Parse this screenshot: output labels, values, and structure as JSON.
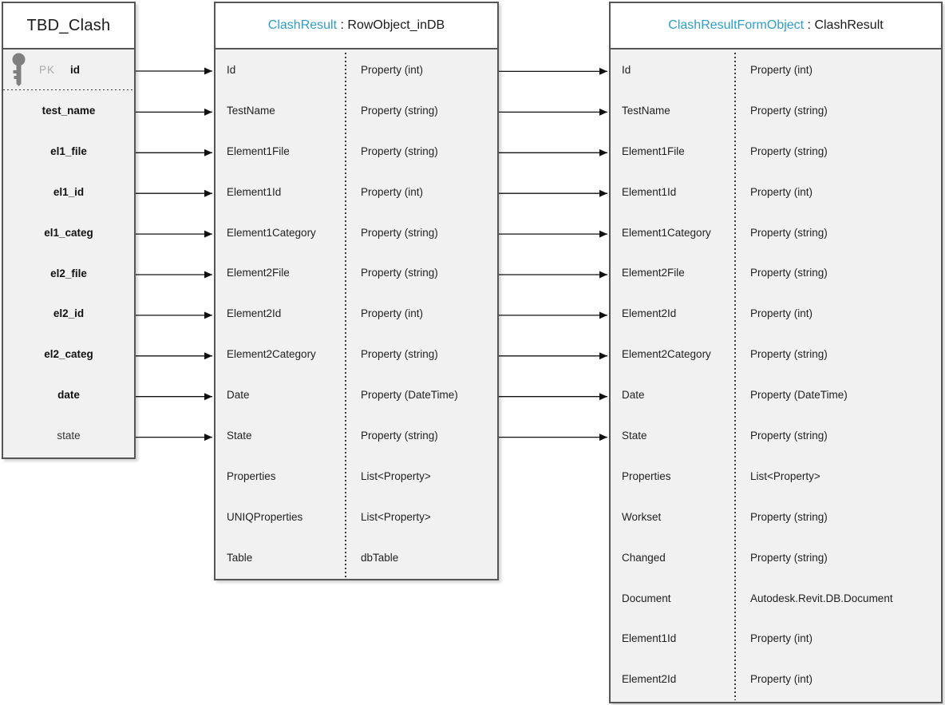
{
  "left_table": {
    "title": "TBD_Clash",
    "pk": {
      "label": "PK",
      "field": "id"
    },
    "rows": [
      "test_name",
      "el1_file",
      "el1_id",
      "el1_categ",
      "el2_file",
      "el2_id",
      "el2_categ",
      "date",
      "state"
    ]
  },
  "middle_class": {
    "title_class": "ClashResult",
    "title_base": " : RowObject_inDB",
    "rows": [
      {
        "name": "Id",
        "type": "Property (int)"
      },
      {
        "name": "TestName",
        "type": "Property (string)"
      },
      {
        "name": "Element1File",
        "type": "Property (string)"
      },
      {
        "name": "Element1Id",
        "type": "Property (int)"
      },
      {
        "name": "Element1Category",
        "type": "Property (string)"
      },
      {
        "name": "Element2File",
        "type": "Property (string)"
      },
      {
        "name": "Element2Id",
        "type": "Property (int)"
      },
      {
        "name": "Element2Category",
        "type": "Property (string)"
      },
      {
        "name": "Date",
        "type": "Property (DateTime)"
      },
      {
        "name": "State",
        "type": "Property (string)"
      },
      {
        "name": "Properties",
        "type": "List<Property>"
      },
      {
        "name": "UNIQProperties",
        "type": "List<Property>"
      },
      {
        "name": "Table",
        "type": "dbTable"
      }
    ]
  },
  "right_class": {
    "title_class": "ClashResultFormObject",
    "title_base": " : ClashResult",
    "rows": [
      {
        "name": "Id",
        "type": "Property (int)"
      },
      {
        "name": "TestName",
        "type": "Property (string)"
      },
      {
        "name": "Element1File",
        "type": "Property (string)"
      },
      {
        "name": "Element1Id",
        "type": "Property (int)"
      },
      {
        "name": "Element1Category",
        "type": "Property (string)"
      },
      {
        "name": "Element2File",
        "type": "Property (string)"
      },
      {
        "name": "Element2Id",
        "type": "Property (int)"
      },
      {
        "name": "Element2Category",
        "type": "Property (string)"
      },
      {
        "name": "Date",
        "type": "Property (DateTime)"
      },
      {
        "name": "State",
        "type": "Property (string)"
      },
      {
        "name": "Properties",
        "type": "List<Property>"
      },
      {
        "name": "Workset",
        "type": "Property (string)"
      },
      {
        "name": "Changed",
        "type": "Property (string)"
      },
      {
        "name": "Document",
        "type": "Autodesk.Revit.DB.Document"
      },
      {
        "name": "Element1Id",
        "type": "Property (int)"
      },
      {
        "name": "Element2Id",
        "type": "Property (int)"
      }
    ]
  },
  "colors": {
    "class_name_accent": "#2f9ec6",
    "border": "#565656",
    "body_fill": "#f1f1f1",
    "pk_gray": "#a9a9a9"
  }
}
